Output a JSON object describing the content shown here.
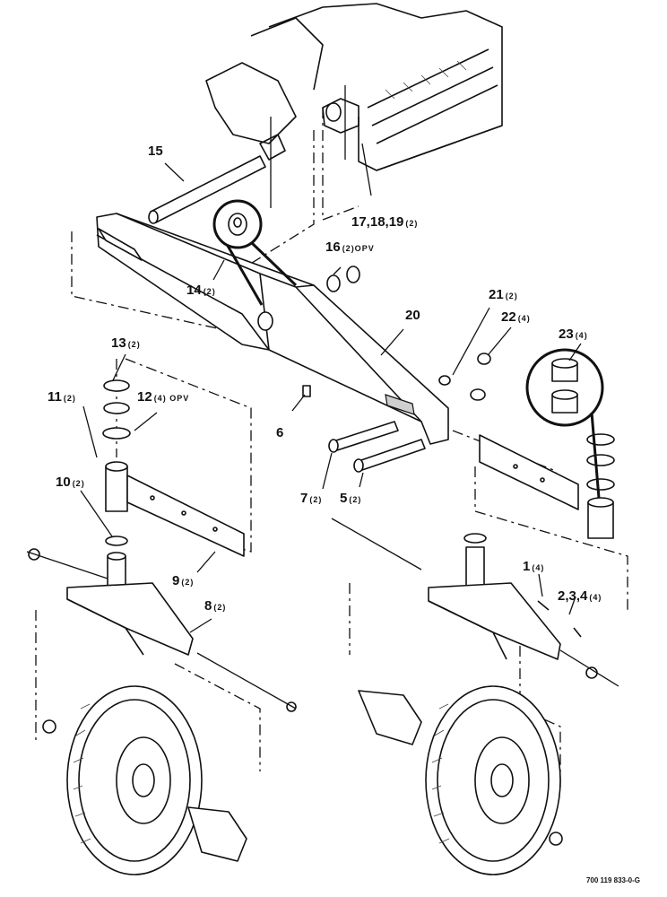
{
  "callouts": [
    {
      "id": "c15",
      "num": "15",
      "qty": ""
    },
    {
      "id": "c17",
      "num": "17,18,19",
      "qty": "(2)"
    },
    {
      "id": "c16",
      "num": "16",
      "qty": "(2)OPV"
    },
    {
      "id": "c14",
      "num": "14",
      "qty": "(2)"
    },
    {
      "id": "c20",
      "num": "20",
      "qty": ""
    },
    {
      "id": "c21",
      "num": "21",
      "qty": "(2)"
    },
    {
      "id": "c22",
      "num": "22",
      "qty": "(4)"
    },
    {
      "id": "c23",
      "num": "23",
      "qty": "(4)"
    },
    {
      "id": "c13",
      "num": "13",
      "qty": "(2)"
    },
    {
      "id": "c11",
      "num": "11",
      "qty": "(2)"
    },
    {
      "id": "c12",
      "num": "12",
      "qty": "(4) OPV"
    },
    {
      "id": "c6",
      "num": "6",
      "qty": ""
    },
    {
      "id": "c7",
      "num": "7",
      "qty": "(2)"
    },
    {
      "id": "c5",
      "num": "5",
      "qty": "(2)"
    },
    {
      "id": "c10",
      "num": "10",
      "qty": "(2)"
    },
    {
      "id": "c9",
      "num": "9",
      "qty": "(2)"
    },
    {
      "id": "c8",
      "num": "8",
      "qty": "(2)"
    },
    {
      "id": "c1",
      "num": "1",
      "qty": "(4)"
    },
    {
      "id": "c234",
      "num": "2,3,4",
      "qty": "(4)"
    }
  ],
  "drawing_number": "700 119 833-0-G"
}
